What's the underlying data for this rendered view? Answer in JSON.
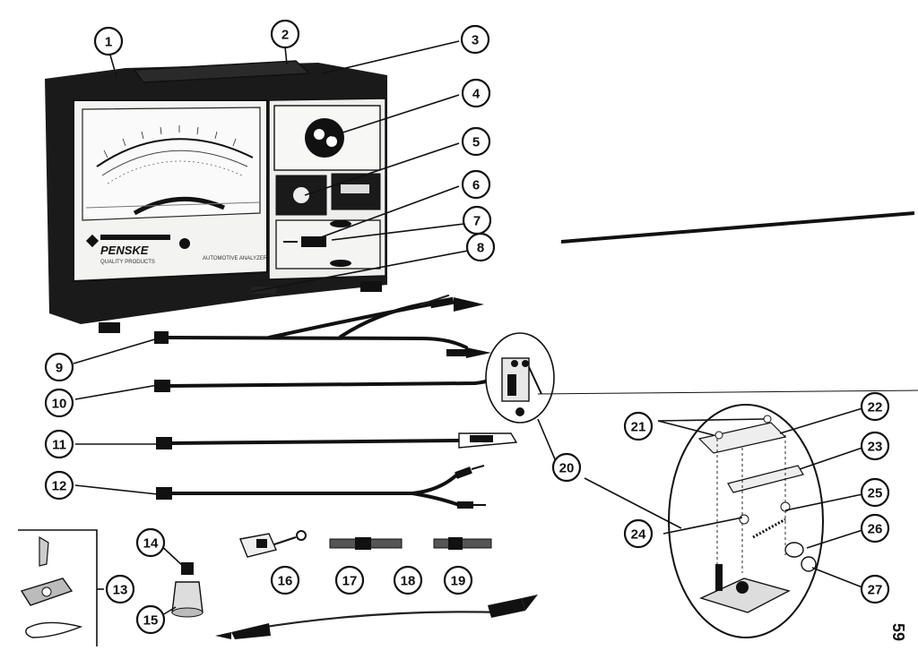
{
  "diagram": {
    "callouts": [
      "1",
      "2",
      "3",
      "4",
      "5",
      "6",
      "7",
      "8",
      "9",
      "10",
      "11",
      "12",
      "13",
      "14",
      "15",
      "16",
      "17",
      "18",
      "19",
      "20",
      "21",
      "22",
      "23",
      "24",
      "25",
      "26",
      "27"
    ],
    "page_number": "59",
    "analyzer_brand": "PENSKE",
    "analyzer_brand_sub": "QUALITY PRODUCTS",
    "analyzer_model_text": "AUTOMOTIVE ANALYZER"
  }
}
